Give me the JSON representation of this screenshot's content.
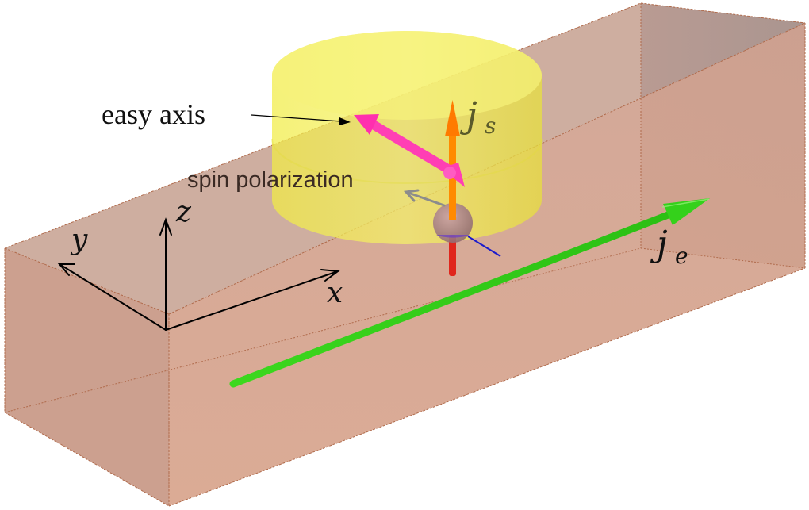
{
  "labels": {
    "easy_axis": "easy axis",
    "spin_polarization": "spin polarization",
    "x_axis": "x",
    "y_axis": "y",
    "z_axis": "z",
    "spin_current": "j",
    "spin_current_sub": "s",
    "charge_current": "j",
    "charge_current_sub": "e"
  },
  "colors": {
    "slab_front": "#d4a08e",
    "slab_top": "#c9a596",
    "slab_side": "#b89a90",
    "slab_edge": "#b06b4c",
    "cylinder": "#f2ee3a",
    "easy_axis_arrow": "#ff3fb4",
    "spin_current_arrow": "#ff8a00",
    "charge_current_arrow": "#33cc1a",
    "z_stub": "#e0261c",
    "x_stub": "#1a1acc",
    "sphere": "#a97f86"
  }
}
